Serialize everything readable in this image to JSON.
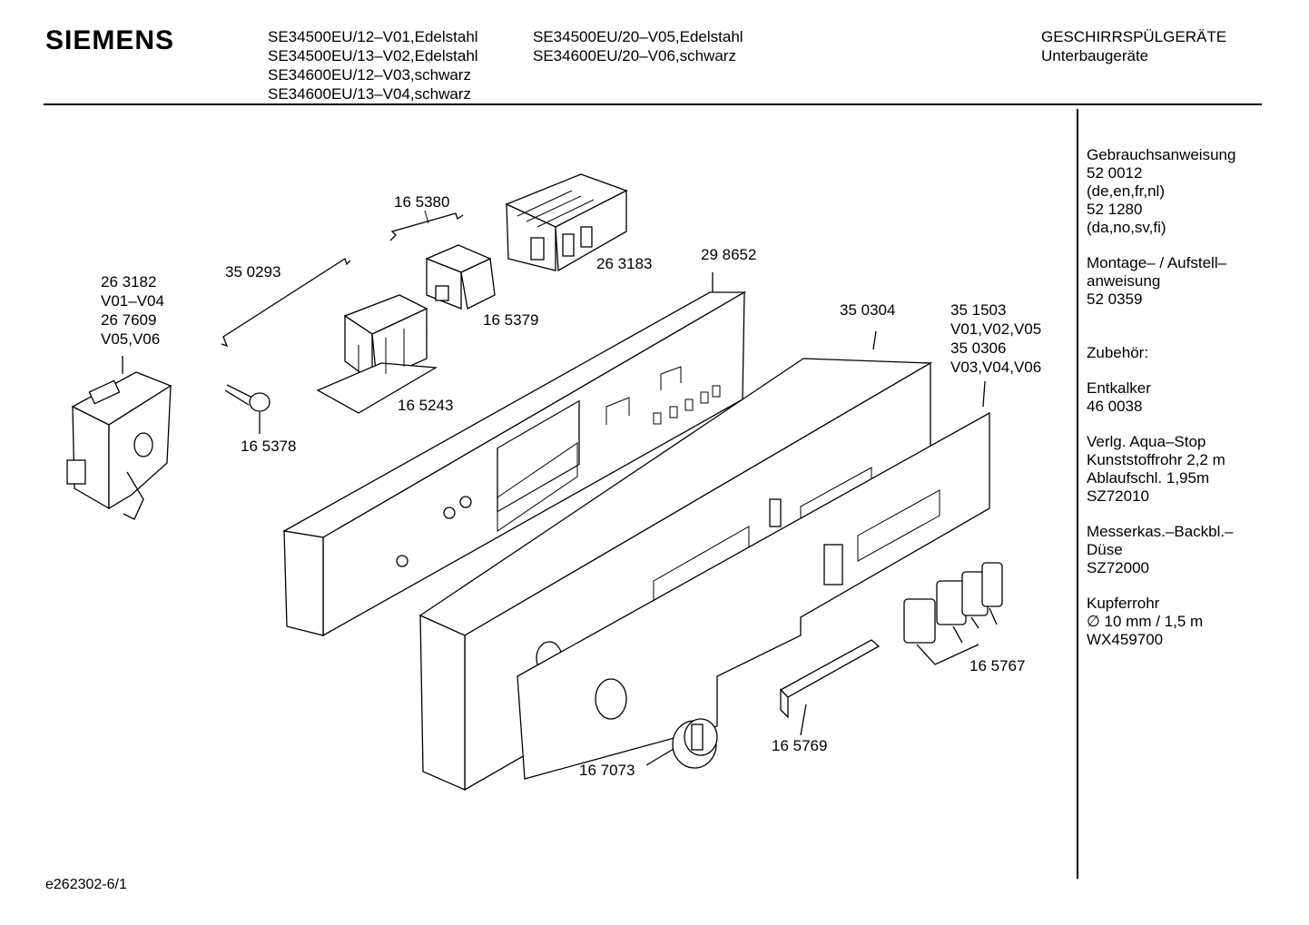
{
  "header": {
    "brand": "SIEMENS",
    "models_col1": [
      "SE34500EU/12–V01,Edelstahl",
      "SE34500EU/13–V02,Edelstahl",
      "SE34600EU/12–V03,schwarz",
      "SE34600EU/13–V04,schwarz"
    ],
    "models_col2": [
      "SE34500EU/20–V05,Edelstahl",
      "SE34600EU/20–V06,schwarz"
    ],
    "category": [
      "GESCHIRRSPÜLGERÄTE",
      "Unterbaugeräte"
    ]
  },
  "sidebar": [
    [
      "Gebrauchsanweisung",
      "52 0012",
      "(de,en,fr,nl)",
      "52 1280",
      "(da,no,sv,fi)"
    ],
    [
      "Montage– / Aufstell–",
      "anweisung",
      "52 0359"
    ],
    [
      "",
      "Zubehör:"
    ],
    [
      "Entkalker",
      "46 0038"
    ],
    [
      "Verlg. Aqua–Stop",
      "Kunststoffrohr 2,2 m",
      "Ablaufschl. 1,95m",
      "SZ72010"
    ],
    [
      "Messerkas.–Backbl.–",
      "Düse",
      "SZ72000"
    ],
    [
      "Kupferrohr",
      "∅ 10 mm / 1,5 m",
      "WX459700"
    ]
  ],
  "parts": {
    "p263182": [
      "26 3182",
      "V01–V04",
      "26 7609",
      "V05,V06"
    ],
    "p350293": "35 0293",
    "p165380": "16 5380",
    "p263183": "26 3183",
    "p165379": "16 5379",
    "p298652": "29 8652",
    "p165243": "16 5243",
    "p165378": "16 5378",
    "p350304": "35 0304",
    "p351503": [
      "35 1503",
      "V01,V02,V05",
      "35 0306",
      "V03,V04,V06"
    ],
    "p165767": "16 5767",
    "p165769": "16 5769",
    "p167073": "16 7073"
  },
  "footer": "e262302-6/1"
}
